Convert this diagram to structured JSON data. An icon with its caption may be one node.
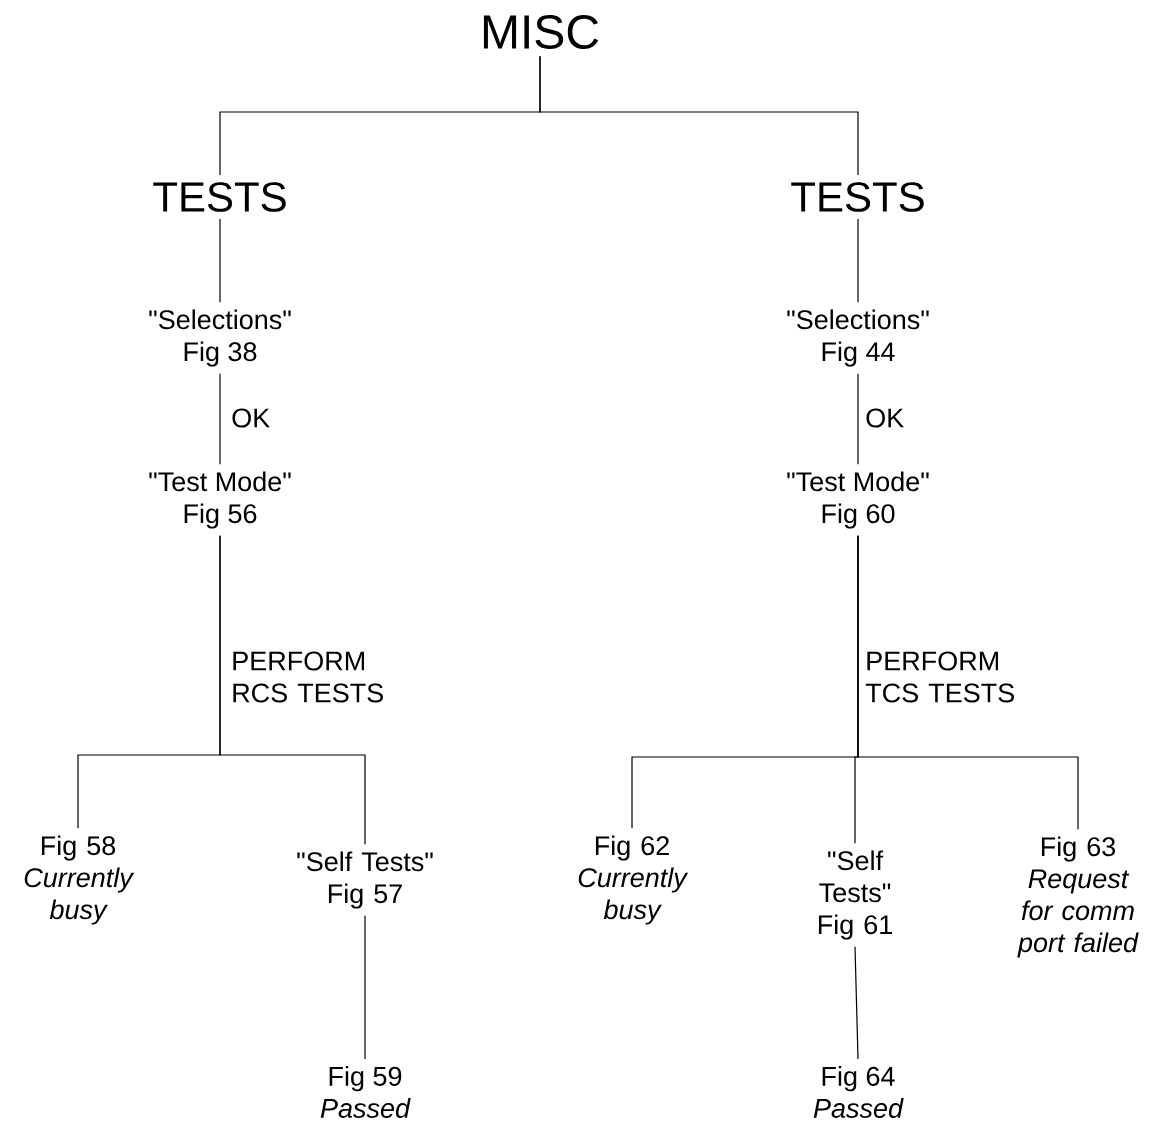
{
  "diagram": {
    "nodes": [
      {
        "text": [
          "MISC"
        ]
      },
      {
        "text": [
          "TESTS"
        ]
      },
      {
        "text": [
          "TESTS"
        ]
      },
      {
        "text": [
          "\"Selections\"",
          "Fig 38"
        ]
      },
      {
        "text": [
          "\"Selections\"",
          "Fig 44"
        ]
      },
      {
        "text": [
          "\"Test Mode\"",
          "Fig 56"
        ]
      },
      {
        "text": [
          "\"Test Mode\"",
          "Fig 60"
        ]
      },
      {
        "text": [
          "Fig 58",
          "Currently busy"
        ]
      },
      {
        "text": [
          "\"Self Tests\"",
          "Fig 57"
        ]
      },
      {
        "text": [
          "Fig 62",
          "Currently busy"
        ]
      },
      {
        "text": [
          "\"Self Tests\"",
          "Fig 61"
        ]
      },
      {
        "text": [
          "Fig 63",
          "Request for comm port failed"
        ]
      },
      {
        "text": [
          "Fig 59",
          "Passed"
        ]
      },
      {
        "text": [
          "Fig 64",
          "Passed"
        ]
      }
    ],
    "edges": [
      {
        "from": 0,
        "to": 1,
        "arrow": "none"
      },
      {
        "from": 0,
        "to": 2,
        "arrow": "none"
      },
      {
        "from": 1,
        "to": 3,
        "arrow": "none"
      },
      {
        "from": 2,
        "to": 4,
        "arrow": "none"
      },
      {
        "from": 3,
        "to": 5,
        "arrow": "none",
        "label": "OK"
      },
      {
        "from": 4,
        "to": 6,
        "arrow": "none",
        "label": "OK"
      },
      {
        "from": 5,
        "to": 7,
        "arrow": "none"
      },
      {
        "from": 5,
        "to": 8,
        "arrow": "none",
        "label": "PERFORM RCS TESTS"
      },
      {
        "from": 6,
        "to": 9,
        "arrow": "none"
      },
      {
        "from": 6,
        "to": 10,
        "arrow": "none",
        "label": "PERFORM TCS TESTS"
      },
      {
        "from": 6,
        "to": 11,
        "arrow": "none"
      },
      {
        "from": 8,
        "to": 12,
        "arrow": "none"
      },
      {
        "from": 10,
        "to": 13,
        "arrow": "none"
      }
    ]
  }
}
